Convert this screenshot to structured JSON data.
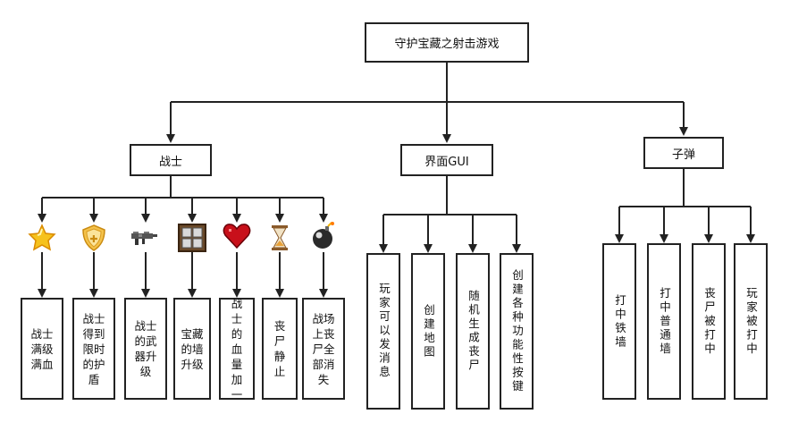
{
  "root": {
    "label": "守护宝藏之射击游戏"
  },
  "categories": [
    {
      "id": "warrior",
      "label": "战士",
      "items": [
        {
          "text": "战士满级满血",
          "icon": "star-icon"
        },
        {
          "text": "战士得到限时的护盾",
          "icon": "shield-icon"
        },
        {
          "text": "战士的武器升级",
          "icon": "gun-icon"
        },
        {
          "text": "宝藏的墙升级",
          "icon": "wall-icon"
        },
        {
          "text": "战士的血量加一",
          "icon": "heart-icon"
        },
        {
          "text": "丧尸静止",
          "icon": "hourglass-icon"
        },
        {
          "text": "战场上丧尸全部消失",
          "icon": "bomb-icon"
        }
      ]
    },
    {
      "id": "gui",
      "label": "界面GUI",
      "items": [
        {
          "text": "玩家可以发消息"
        },
        {
          "text": "创建地图"
        },
        {
          "text": "随机生成丧尸"
        },
        {
          "text": "创建各种功能性按键"
        }
      ]
    },
    {
      "id": "bullet",
      "label": "子弹",
      "items": [
        {
          "text": "打中铁墙"
        },
        {
          "text": "打中普通墙"
        },
        {
          "text": "丧尸被打中"
        },
        {
          "text": "玩家被打中"
        }
      ]
    }
  ]
}
